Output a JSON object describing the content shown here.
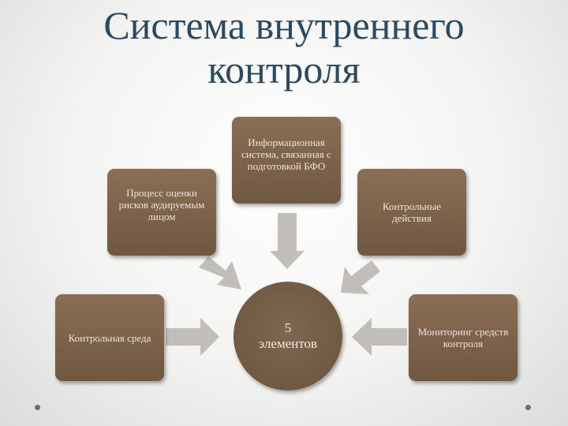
{
  "title": {
    "line1": "Система внутреннего",
    "line2": "контроля"
  },
  "center": {
    "line1": "5",
    "line2": "элементов"
  },
  "boxes": {
    "info_system": "Информационная система, связанная с подготовкой БФО",
    "risk_assessment": "Процесс оценки рисков аудируемым лицом",
    "control_actions": "Контрольные действия",
    "control_environment": "Контрольная среда",
    "monitoring": "Мониторинг средств контроля"
  },
  "colors": {
    "title": "#2b4a62",
    "box": "#7a6049",
    "arrow": "#c1bdb8"
  }
}
